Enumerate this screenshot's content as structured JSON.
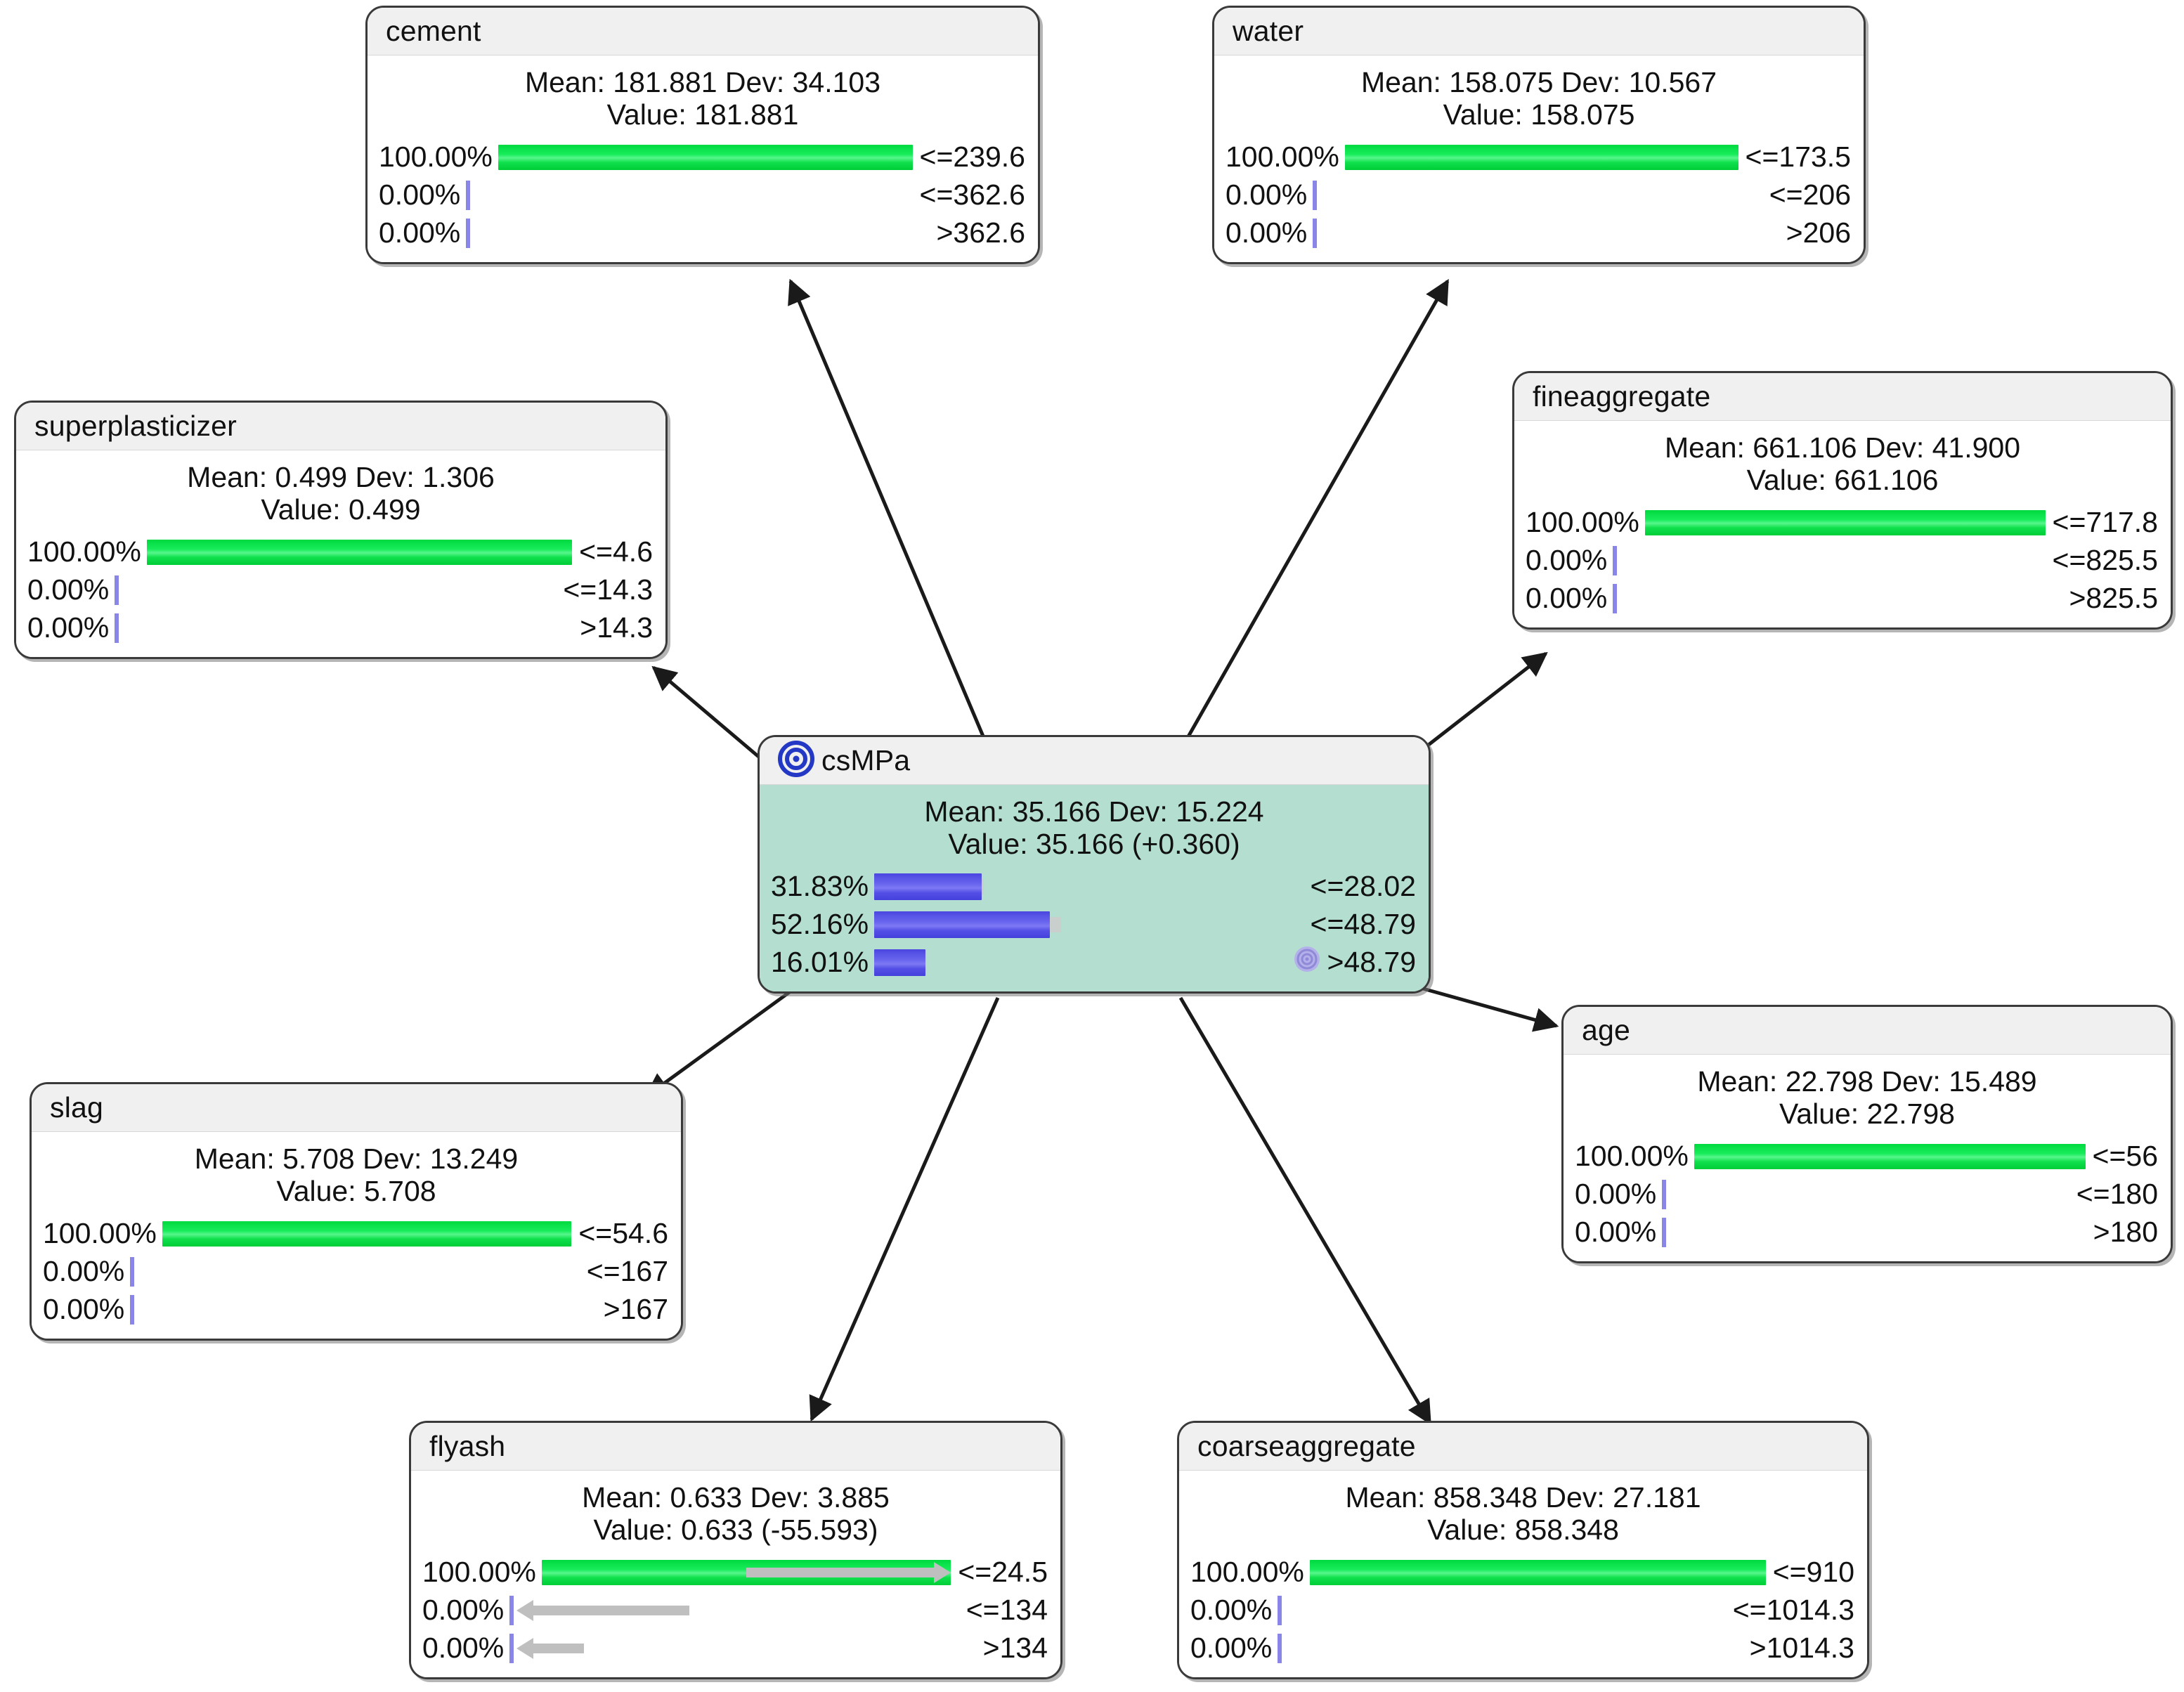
{
  "diagram": {
    "type": "bayesian-network-inference",
    "target_node": "csMPa",
    "edge_direction": "from-target-to-feature",
    "arrow_color": "#1a1a1a"
  },
  "colors": {
    "green_bar": "#11e055",
    "blue_bar": "#5b57ea",
    "tick": "#8a86e8",
    "ghost": "#cdcdcd",
    "target_body": "#b3ded0",
    "header": "#f0f0f0",
    "border": "#3a3a3a"
  },
  "nodes": [
    {
      "id": "cement",
      "title": "cement",
      "is_target": false,
      "stats_line1": "Mean: 181.881 Dev: 34.103",
      "stats_line2": "Value: 181.881",
      "rows": [
        {
          "pct": "100.00%",
          "value": 100.0,
          "label": "<=239.6",
          "kind": "green"
        },
        {
          "pct": "0.00%",
          "value": 0.0,
          "label": "<=362.6",
          "kind": "tick"
        },
        {
          "pct": "0.00%",
          "value": 0.0,
          "label": ">362.6",
          "kind": "tick"
        }
      ]
    },
    {
      "id": "water",
      "title": "water",
      "is_target": false,
      "stats_line1": "Mean: 158.075 Dev: 10.567",
      "stats_line2": "Value: 158.075",
      "rows": [
        {
          "pct": "100.00%",
          "value": 100.0,
          "label": "<=173.5",
          "kind": "green"
        },
        {
          "pct": "0.00%",
          "value": 0.0,
          "label": "<=206",
          "kind": "tick"
        },
        {
          "pct": "0.00%",
          "value": 0.0,
          "label": ">206",
          "kind": "tick"
        }
      ]
    },
    {
      "id": "superplasticizer",
      "title": "superplasticizer",
      "is_target": false,
      "stats_line1": "Mean: 0.499 Dev: 1.306",
      "stats_line2": "Value: 0.499",
      "rows": [
        {
          "pct": "100.00%",
          "value": 100.0,
          "label": "<=4.6",
          "kind": "green"
        },
        {
          "pct": "0.00%",
          "value": 0.0,
          "label": "<=14.3",
          "kind": "tick"
        },
        {
          "pct": "0.00%",
          "value": 0.0,
          "label": ">14.3",
          "kind": "tick"
        }
      ]
    },
    {
      "id": "fineaggregate",
      "title": "fineaggregate",
      "is_target": false,
      "stats_line1": "Mean: 661.106 Dev: 41.900",
      "stats_line2": "Value: 661.106",
      "rows": [
        {
          "pct": "100.00%",
          "value": 100.0,
          "label": "<=717.8",
          "kind": "green"
        },
        {
          "pct": "0.00%",
          "value": 0.0,
          "label": "<=825.5",
          "kind": "tick"
        },
        {
          "pct": "0.00%",
          "value": 0.0,
          "label": ">825.5",
          "kind": "tick"
        }
      ]
    },
    {
      "id": "csMPa",
      "title": "csMPa",
      "is_target": true,
      "stats_line1": "Mean: 35.166 Dev: 15.224",
      "stats_line2": "Value: 35.166 (+0.360)",
      "rows": [
        {
          "pct": "31.83%",
          "value": 31.83,
          "label": "<=28.02",
          "kind": "blue",
          "ghost": true
        },
        {
          "pct": "52.16%",
          "value": 52.16,
          "label": "<=48.79",
          "kind": "blue",
          "ghost": true
        },
        {
          "pct": "16.01%",
          "value": 16.01,
          "label": ">48.79",
          "kind": "blue",
          "ghost": true,
          "marker": "bullseye-faded"
        }
      ]
    },
    {
      "id": "slag",
      "title": "slag",
      "is_target": false,
      "stats_line1": "Mean: 5.708 Dev: 13.249",
      "stats_line2": "Value: 5.708",
      "rows": [
        {
          "pct": "100.00%",
          "value": 100.0,
          "label": "<=54.6",
          "kind": "green"
        },
        {
          "pct": "0.00%",
          "value": 0.0,
          "label": "<=167",
          "kind": "tick"
        },
        {
          "pct": "0.00%",
          "value": 0.0,
          "label": ">167",
          "kind": "tick"
        }
      ]
    },
    {
      "id": "age",
      "title": "age",
      "is_target": false,
      "stats_line1": "Mean: 22.798 Dev: 15.489",
      "stats_line2": "Value: 22.798",
      "rows": [
        {
          "pct": "100.00%",
          "value": 100.0,
          "label": "<=56",
          "kind": "green"
        },
        {
          "pct": "0.00%",
          "value": 0.0,
          "label": "<=180",
          "kind": "tick"
        },
        {
          "pct": "0.00%",
          "value": 0.0,
          "label": ">180",
          "kind": "tick"
        }
      ]
    },
    {
      "id": "flyash",
      "title": "flyash",
      "is_target": false,
      "stats_line1": "Mean: 0.633 Dev: 3.885",
      "stats_line2": "Value: 0.633 (-55.593)",
      "rows": [
        {
          "pct": "100.00%",
          "value": 100.0,
          "label": "<=24.5",
          "kind": "green",
          "arrow": "right",
          "arrow_start": 50,
          "arrow_end": 100
        },
        {
          "pct": "0.00%",
          "value": 0.0,
          "label": "<=134",
          "kind": "tick",
          "arrow": "left",
          "arrow_start": 1,
          "arrow_end": 40
        },
        {
          "pct": "0.00%",
          "value": 0.0,
          "label": ">134",
          "kind": "tick",
          "arrow": "left",
          "arrow_start": 1,
          "arrow_end": 15
        }
      ]
    },
    {
      "id": "coarseaggregate",
      "title": "coarseaggregate",
      "is_target": false,
      "stats_line1": "Mean: 858.348 Dev: 27.181",
      "stats_line2": "Value: 858.348",
      "rows": [
        {
          "pct": "100.00%",
          "value": 100.0,
          "label": "<=910",
          "kind": "green"
        },
        {
          "pct": "0.00%",
          "value": 0.0,
          "label": "<=1014.3",
          "kind": "tick"
        },
        {
          "pct": "0.00%",
          "value": 0.0,
          "label": ">1014.3",
          "kind": "tick"
        }
      ]
    }
  ]
}
